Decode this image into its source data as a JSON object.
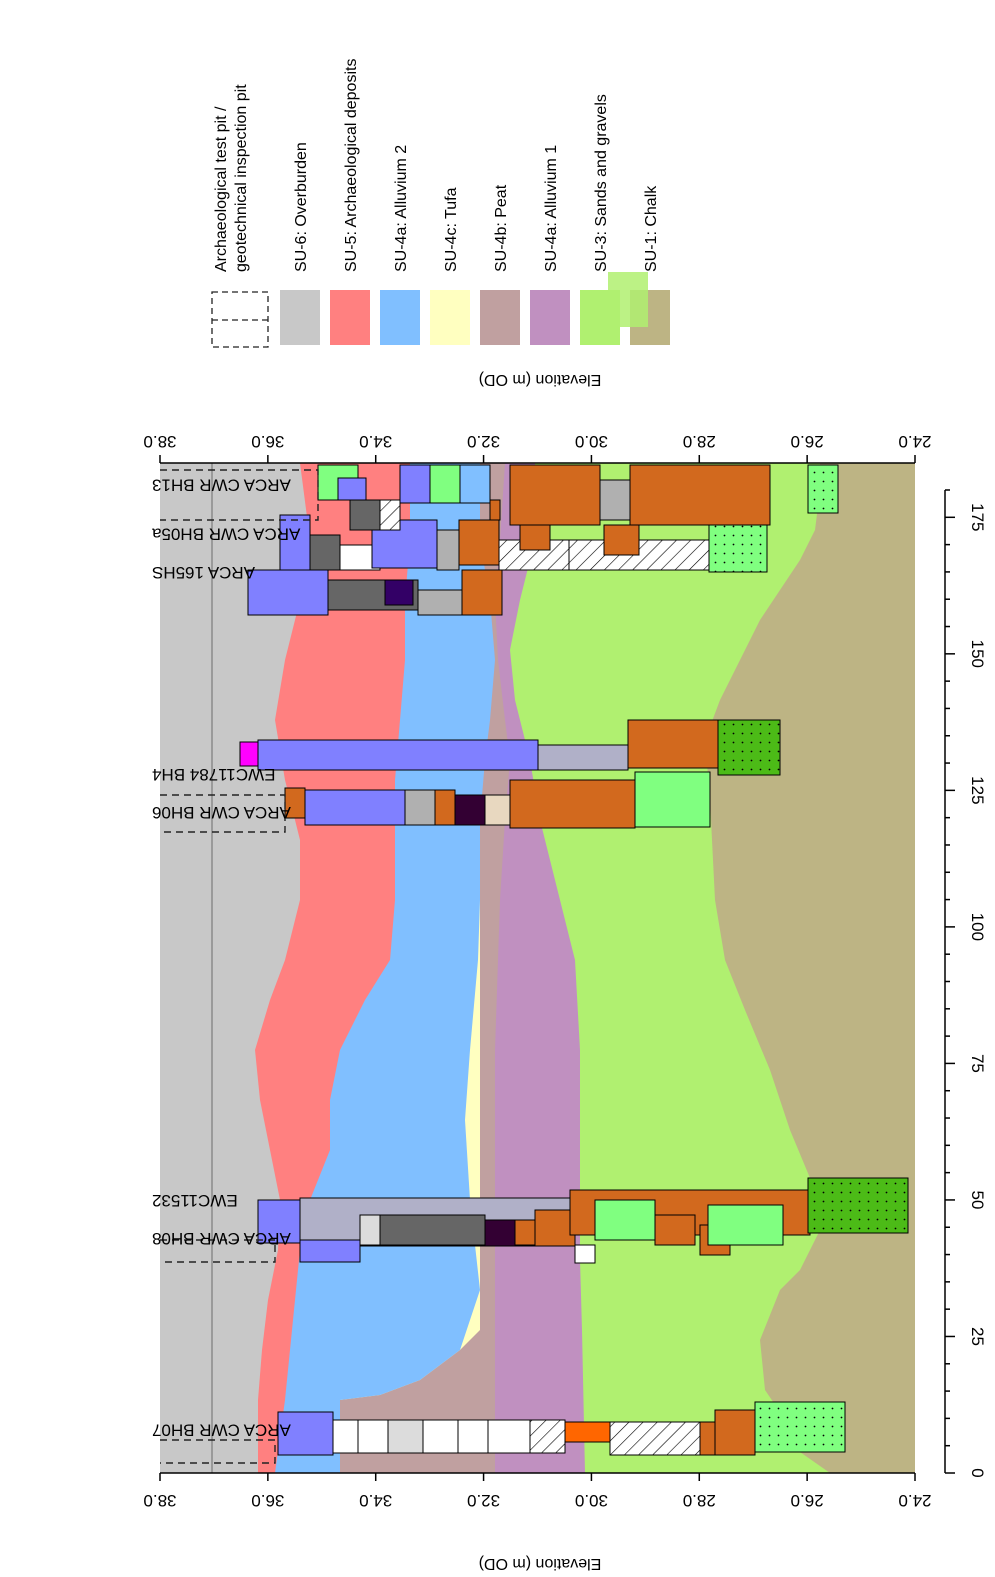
{
  "x_axis": {
    "ticks": [
      "0",
      "25",
      "50",
      "75",
      "100",
      "125",
      "150",
      "175"
    ]
  },
  "y_axis": {
    "title": "Elevation (m OD)",
    "ticks": [
      "24.0",
      "26.0",
      "28.0",
      "30.0",
      "32.0",
      "34.0",
      "36.0",
      "38.0"
    ]
  },
  "boreholes": [
    {
      "label": "ARCA CWR BH07",
      "chainage": 8
    },
    {
      "label": "ARCA CWR BH08",
      "chainage": 43
    },
    {
      "label": "EWC11532",
      "chainage": 50
    },
    {
      "label": "ARCA CWR BH06",
      "chainage": 121
    },
    {
      "label": "EWC11784 BH4",
      "chainage": 128
    },
    {
      "label": "ARCA 165HS",
      "chainage": 165
    },
    {
      "label": "ARCA CWR BH05a",
      "chainage": 172
    },
    {
      "label": "ARCA CWR BH13",
      "chainage": 181
    }
  ],
  "legend": [
    {
      "label": "Archaeological test pit / geotechnical inspection pit",
      "swatch": "dashed"
    },
    {
      "label": "SU-6: Overburden",
      "color": "#c8c8c8"
    },
    {
      "label": "SU-5: Archaeological deposits",
      "color": "#ff8080"
    },
    {
      "label": "SU-4a: Alluvium 2",
      "color": "#80bfff"
    },
    {
      "label": "SU-4c: Tufa",
      "color": "#ffffc0"
    },
    {
      "label": "SU-4b: Peat",
      "color": "#c0a0a0"
    },
    {
      "label": "SU-4a: Alluvium 1",
      "color": "#c090c0"
    },
    {
      "label": "SU-3: Sands and gravels",
      "color": "#b0f070"
    },
    {
      "label": "SU-1: Chalk",
      "color": "#bdb484"
    }
  ]
}
